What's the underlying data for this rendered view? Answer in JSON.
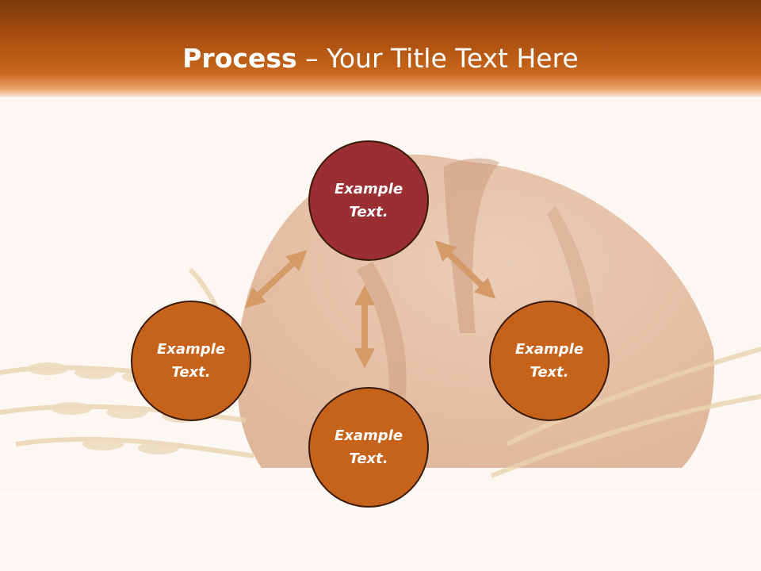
{
  "title": {
    "bold": "Process",
    "rest": " – Your Title Text Here"
  },
  "nodes": [
    {
      "id": "top",
      "label": "Example\nText.",
      "color": "#9a2e33"
    },
    {
      "id": "left",
      "label": "Example\nText.",
      "color": "#c6621a"
    },
    {
      "id": "right",
      "label": "Example\nText.",
      "color": "#c6621a"
    },
    {
      "id": "bottom",
      "label": "Example\nText.",
      "color": "#c6621a"
    }
  ],
  "colors": {
    "header": "#a64d10",
    "arrow": "#d49a68",
    "node_border": "#3a1a08"
  }
}
